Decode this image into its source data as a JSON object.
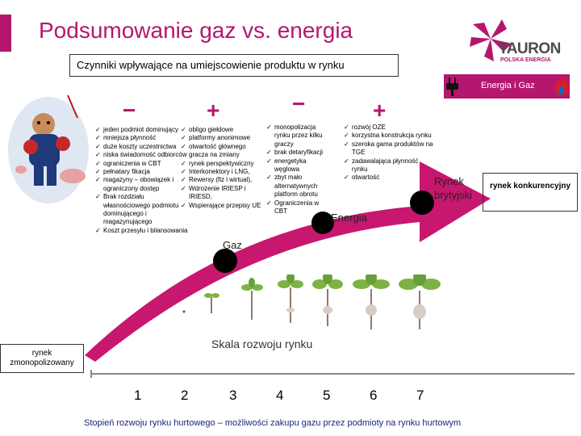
{
  "slide": {
    "title": "Podsumowanie gaz vs. energia",
    "subtitle": "Czynniki wpływające na umiejscowienie produktu  w rynku"
  },
  "brand": {
    "name": "TAURON",
    "tagline": "POLSKA ENERGIA",
    "band_label": "Energia i Gaz",
    "colors": {
      "accent": "#b5176f",
      "arrow": "#c8176e",
      "logo_grey": "#4b4b4d",
      "flame": "#d81f1f"
    }
  },
  "columns": [
    {
      "sign": "−",
      "items": [
        "jeden podmiot dominujący",
        "mniejsza płynność",
        "duże koszty uczestnictwa",
        "niska świadomość odbiorców",
        "ograniczenia w CBT",
        "pełnatary fikacja",
        "magazyny – obowiązek i ograniczony dostęp",
        "Brak rozdziału własnościowego podmiotu dominującego i magazynującego",
        "Koszt przesyłu i bilansowania"
      ]
    },
    {
      "sign": "+",
      "items": [
        "obligo giełdowe",
        "platformy anonimowe",
        "otwartość głównego gracza na zmiany",
        "rynek perspektywiczny",
        "Interkonektory i LNG,",
        "Rewersy (fiz i wirtual),",
        "Wdrożenie IRIESP i IRIESD,",
        "Wspierające przepisy UE"
      ]
    },
    {
      "sign": "−",
      "items": [
        "monopolizacja rynku przez kilku graczy",
        "brak detaryfikacji",
        "energetyka węglowa",
        "zbyt mało alternatywnych platform obrotu",
        "Ograniczenia w CBT"
      ]
    },
    {
      "sign": "+",
      "items": [
        "rozwój OZE",
        "korzystna konstrukcja rynku",
        "szeroka gama produktów na TGE",
        "zadawalająca płynność rynku",
        "otwartość"
      ]
    }
  ],
  "markers": {
    "gaz": "Gaz",
    "energia": "Energia",
    "rynek_brytyjski": "Rynek brytyjski"
  },
  "labels": {
    "rynek_konkurencyjny": "rynek konkurencyjny",
    "rynek_zmonopolizowany": "rynek zmonopolizowany",
    "skala": "Skala rozwoju rynku",
    "footer": "Stopień rozwoju rynku hurtowego – możliwości zakupu gazu przez podmioty na rynku hurtowym"
  },
  "scale": [
    "1",
    "2",
    "3",
    "4",
    "5",
    "6",
    "7"
  ]
}
